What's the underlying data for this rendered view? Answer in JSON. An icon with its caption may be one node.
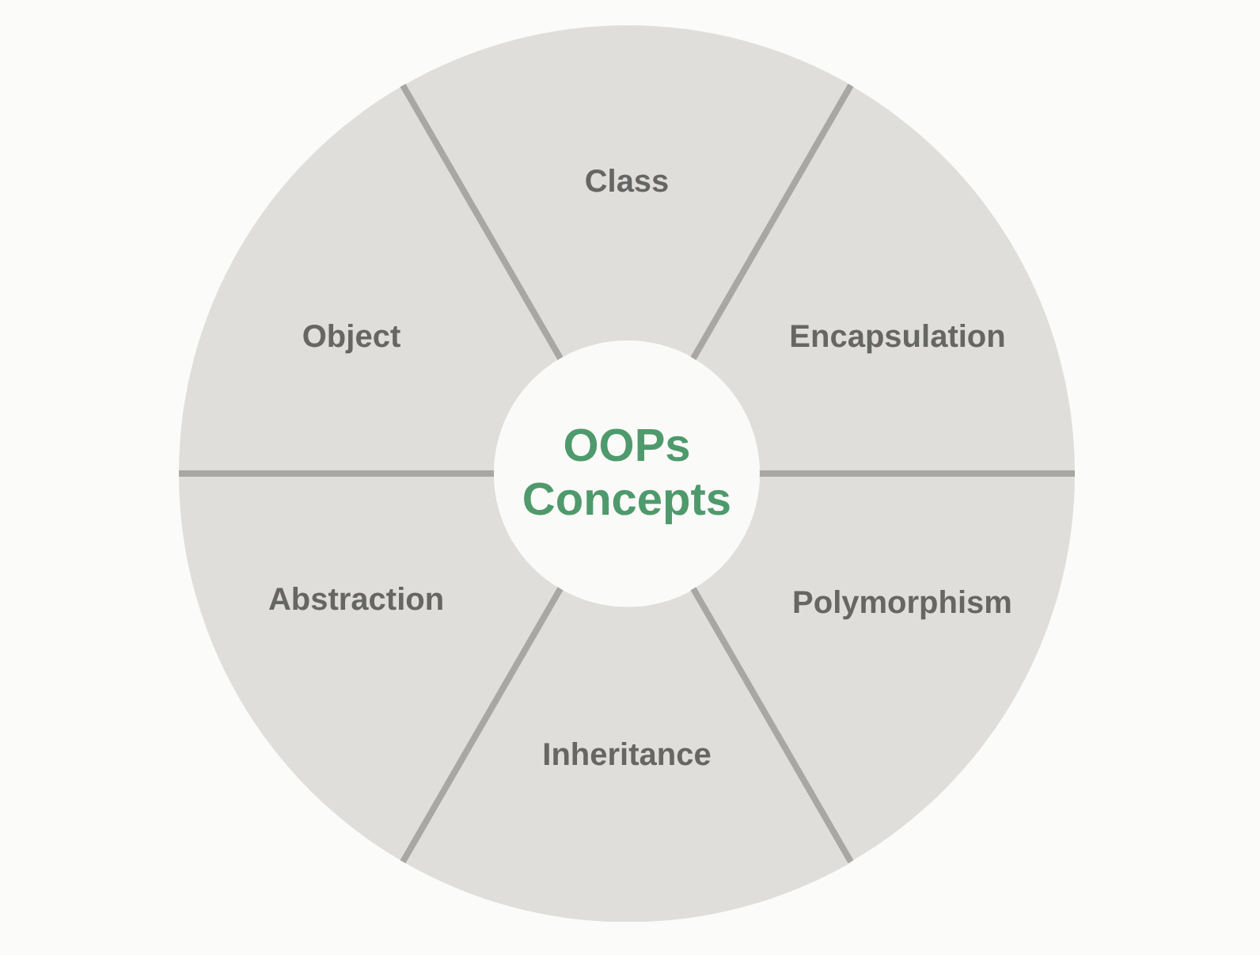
{
  "diagram": {
    "nodes": [
      {
        "text": [
          "OOPs Concepts"
        ]
      },
      {
        "text": [
          "Class"
        ]
      },
      {
        "text": [
          "Encapsulation"
        ]
      },
      {
        "text": [
          "Polymorphism"
        ]
      },
      {
        "text": [
          "Inheritance"
        ]
      },
      {
        "text": [
          "Abstraction"
        ]
      },
      {
        "text": [
          "Object"
        ]
      }
    ]
  }
}
